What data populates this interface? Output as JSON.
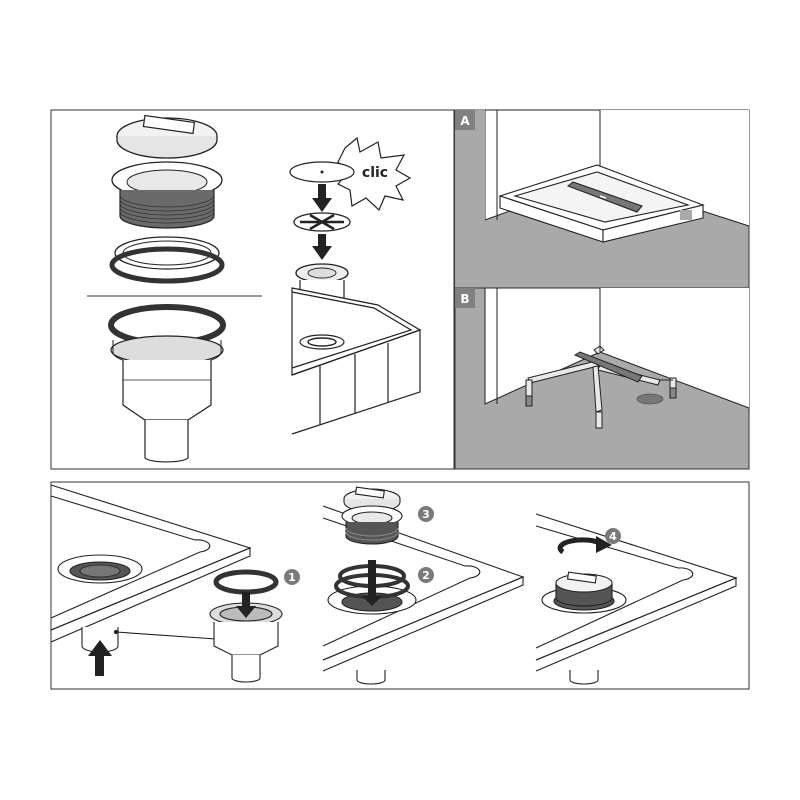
{
  "callout": {
    "clic": "clic"
  },
  "panels": {
    "a": {
      "label": "A"
    },
    "b": {
      "label": "B"
    }
  },
  "steps": [
    {
      "number": "1"
    },
    {
      "number": "2"
    },
    {
      "number": "3"
    },
    {
      "number": "4"
    }
  ],
  "colors": {
    "outline": "#1a1a1a",
    "floor": "#a8a8a8",
    "wall": "#ffffff",
    "label_bg": "#808080",
    "arrow": "#1a1a1a",
    "step_circle": "#7a7a7a"
  }
}
